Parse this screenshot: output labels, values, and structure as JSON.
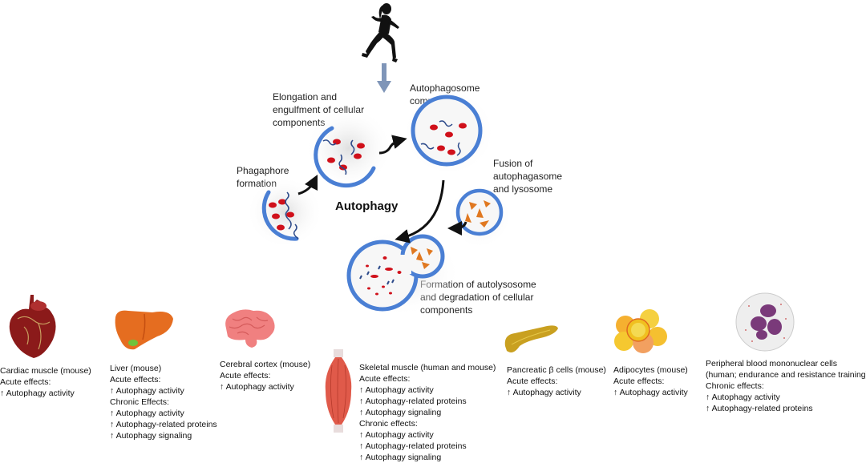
{
  "diagram": {
    "title": "Autophagy",
    "stimulus_icon": "running-person-icon",
    "stages": [
      {
        "id": "phagophore",
        "label_lines": [
          "Phagaphore",
          "formation"
        ]
      },
      {
        "id": "elongation",
        "label_lines": [
          "Elongation and",
          "engulfment of cellular",
          "components"
        ]
      },
      {
        "id": "completion",
        "label_lines": [
          "Autophagosome",
          "completion"
        ]
      },
      {
        "id": "fusion",
        "label_lines": [
          "Fusion of",
          "autophagasome",
          "and lysosome"
        ]
      },
      {
        "id": "autolysosome",
        "label_lines": [
          "Formation of  autolysosome",
          "and degradation of cellular",
          "components"
        ]
      }
    ],
    "colors": {
      "membrane": "#4a7fd4",
      "cargo": "#d0101a",
      "protein_strand": "#2c4a8a",
      "enzyme": "#e07820",
      "arrow": "#111111",
      "stimulus_arrow": "#7f95b8"
    }
  },
  "tissues": [
    {
      "icon": "heart-icon",
      "lines": [
        "Cardiac muscle (mouse)",
        "Acute effects:",
        "↑ Autophagy activity"
      ]
    },
    {
      "icon": "liver-icon",
      "lines": [
        "Liver (mouse)",
        "Acute effects:",
        "↑ Autophagy activity",
        "Chronic Effects:",
        "↑ Autophagy activity",
        "↑ Autophagy-related proteins",
        "↑ Autophagy signaling"
      ]
    },
    {
      "icon": "brain-icon",
      "lines": [
        "Cerebral cortex (mouse)",
        "Acute effects:",
        "↑ Autophagy activity"
      ]
    },
    {
      "icon": "skeletal-muscle-icon",
      "lines": [
        "Skeletal muscle (human and mouse)",
        "Acute effects:",
        "↑ Autophagy activity",
        "↑ Autophagy-related proteins",
        "↑ Autophagy signaling",
        "Chronic effects:",
        "↑ Autophagy activity",
        "↑ Autophagy-related proteins",
        "↑ Autophagy signaling"
      ]
    },
    {
      "icon": "pancreas-icon",
      "lines": [
        "Pancreatic β cells (mouse)",
        "Acute effects:",
        "↑ Autophagy activity"
      ]
    },
    {
      "icon": "adipocytes-icon",
      "lines": [
        "Adipocytes (mouse)",
        "Acute effects:",
        "↑ Autophagy activity"
      ]
    },
    {
      "icon": "pbmc-cell-icon",
      "lines": [
        "Peripheral blood mononuclear cells",
        "(human; endurance and resistance training)",
        "Chronic effects:",
        "↑ Autophagy activity",
        "↑ Autophagy-related proteins"
      ]
    }
  ]
}
